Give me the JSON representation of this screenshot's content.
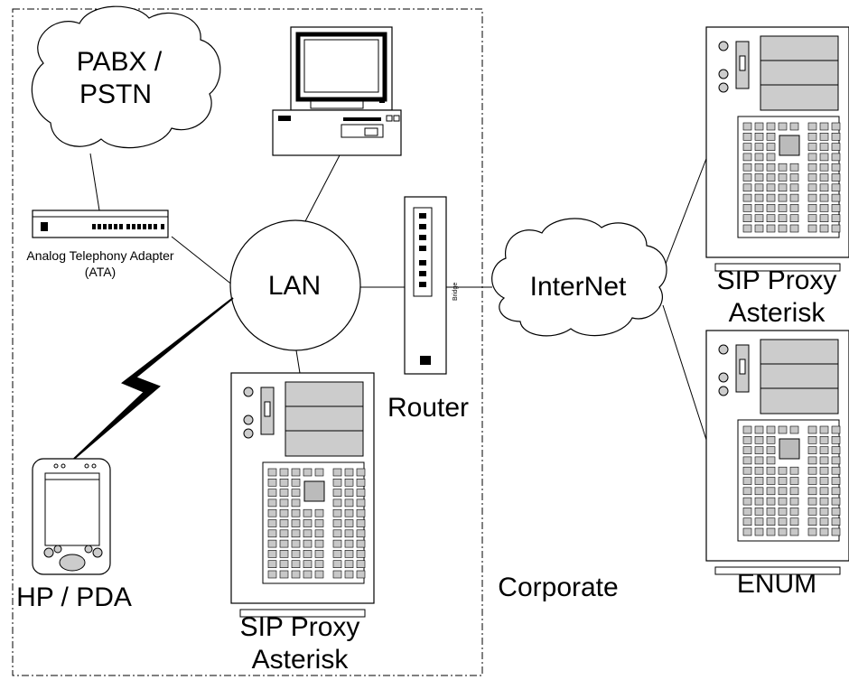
{
  "labels": {
    "pabx_line1": "PABX /",
    "pabx_line2": "PSTN",
    "ata_line1": "Analog Telephony Adapter",
    "ata_line2": "(ATA)",
    "lan": "LAN",
    "router": "Router",
    "bridge": "Bridge",
    "internet": "InterNet",
    "corporate": "Corporate",
    "hp_pda": "HP / PDA",
    "sip_local_line1": "SIP Proxy",
    "sip_local_line2": "Asterisk",
    "sip_remote_line1": "SIP Proxy",
    "sip_remote_line2": "Asterisk",
    "enum": "ENUM"
  },
  "colors": {
    "line": "#000000",
    "device_fill": "#ffffff",
    "panel_fill": "#c8c8c8"
  }
}
